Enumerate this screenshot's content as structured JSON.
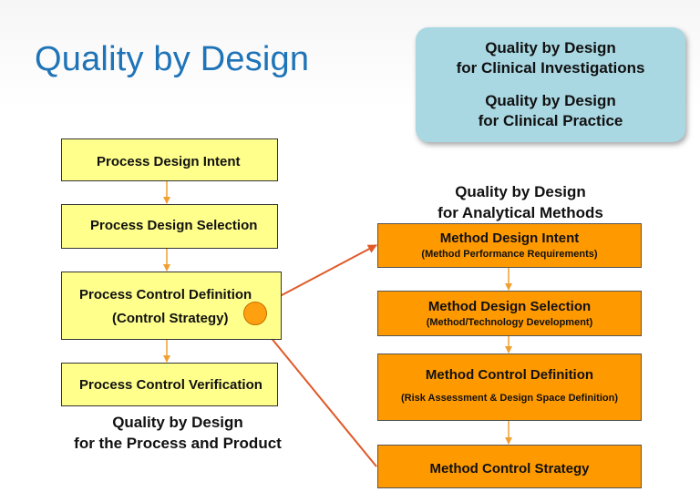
{
  "title": "Quality by Design",
  "callout": {
    "line1": "Quality by Design",
    "line2": "for  Clinical Investigations",
    "line3": "Quality by Design",
    "line4": "for  Clinical Practice"
  },
  "process": {
    "steps": [
      "Process Design Intent",
      "Process Design Selection",
      "Process Control Definition",
      "(Control Strategy)",
      "Process Control Verification"
    ],
    "caption_line1": "Quality by Design",
    "caption_line2": "for the Process and Product"
  },
  "analytical": {
    "header_line1": "Quality by Design",
    "header_line2": "for  Analytical Methods",
    "boxes": [
      {
        "title": "Method Design Intent",
        "subtitle": "(Method Performance Requirements)"
      },
      {
        "title": "Method Design Selection",
        "subtitle": "(Method/Technology Development)"
      },
      {
        "title": "Method Control Definition",
        "subtitle": "(Risk Assessment & Design Space Definition)"
      },
      {
        "title": "Method Control Strategy",
        "subtitle": ""
      }
    ]
  },
  "colors": {
    "title_blue": "#1f74b8",
    "callout_bg": "#a9d7e2",
    "process_box": "#ffff8c",
    "method_box": "#ff9900",
    "connector_orange": "#f0a030",
    "arrow_red": "#e05a28"
  }
}
